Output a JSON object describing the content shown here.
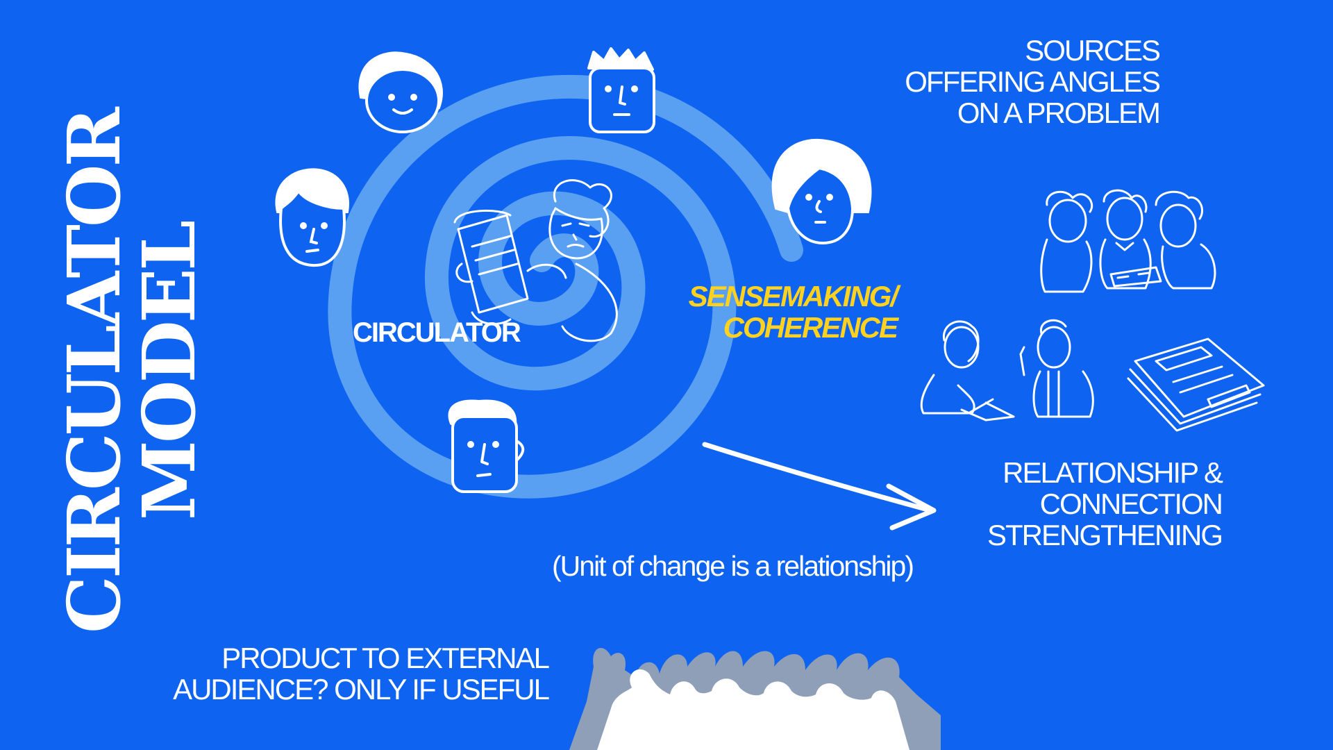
{
  "title": {
    "line1": "CIRCULATOR",
    "line2": "MODEL"
  },
  "labels": {
    "sources": [
      "SOURCES",
      "OFFERING ANGLES",
      "ON A PROBLEM"
    ],
    "circulator": "CIRCULATOR",
    "sensemaking": [
      "SENSEMAKING/",
      "COHERENCE"
    ],
    "relationship": [
      "RELATIONSHIP &",
      "CONNECTION",
      "STRENGTHENING"
    ],
    "unit_of_change": "(Unit of change is a relationship)",
    "product": [
      "PRODUCT TO EXTERNAL",
      "AUDIENCE?  ONLY IF USEFUL"
    ]
  },
  "colors": {
    "background": "#0e64f0",
    "spiral": "#5aa0f2",
    "accent_yellow": "#ffd21f",
    "crowd_back": "#8f9fb8",
    "line": "#ffffff"
  },
  "icons": [
    "face-smile-icon",
    "face-spiky-hair-icon",
    "face-bob-hair-icon",
    "face-left-icon",
    "face-bottom-icon",
    "person-with-clipboard-icon",
    "group-at-table-icon",
    "two-people-talking-icon",
    "newspaper-icon",
    "crowd-silhouette-icon",
    "arrow-right-icon"
  ]
}
